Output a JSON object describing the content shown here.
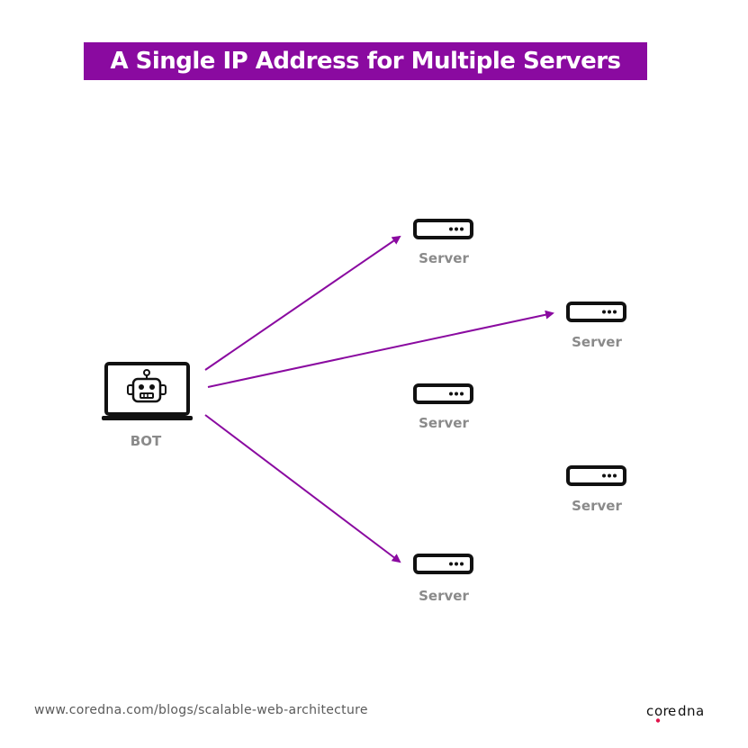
{
  "title": "A Single IP Address for Multiple Servers",
  "colors": {
    "accent": "#8a0aa0",
    "icon": "#111111",
    "label": "#8a8a8a",
    "logo_dot": "#e0134a"
  },
  "bot": {
    "label": "BOT",
    "icon": "robot-laptop-icon"
  },
  "servers": [
    {
      "label": "Server",
      "icon": "server-icon"
    },
    {
      "label": "Server",
      "icon": "server-icon"
    },
    {
      "label": "Server",
      "icon": "server-icon"
    },
    {
      "label": "Server",
      "icon": "server-icon"
    },
    {
      "label": "Server",
      "icon": "server-icon"
    }
  ],
  "connections": [
    {
      "from": "bot",
      "to": "servers.0"
    },
    {
      "from": "bot",
      "to": "servers.1"
    },
    {
      "from": "bot",
      "to": "servers.4"
    }
  ],
  "footer": {
    "url": "www.coredna.com/blogs/scalable-web-architecture",
    "logo_text": "coredna"
  }
}
